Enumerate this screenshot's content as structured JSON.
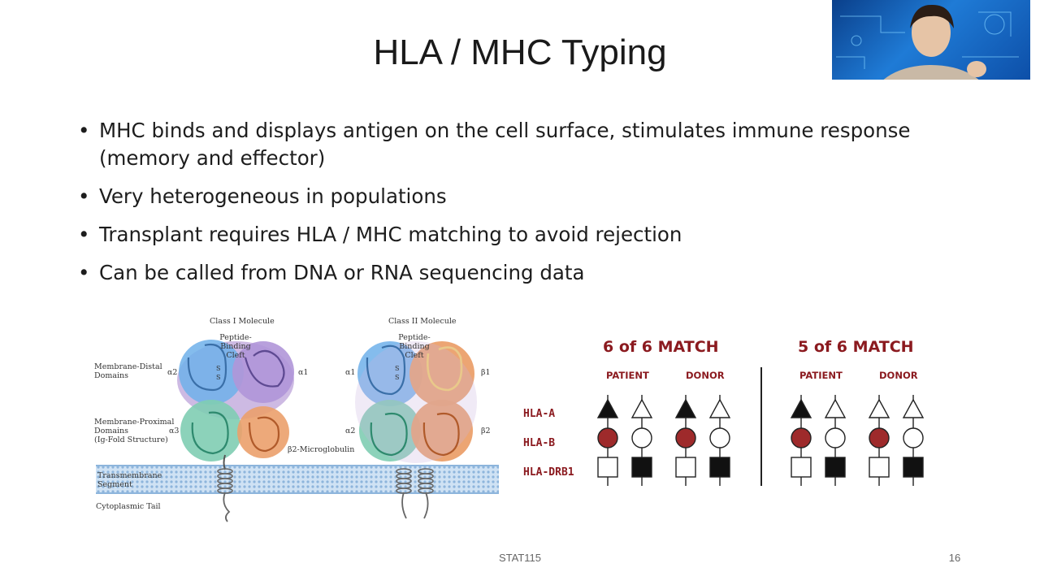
{
  "slide": {
    "title": "HLA / MHC Typing",
    "bullets": [
      "MHC binds and displays antigen on the cell surface, stimulates immune response (memory and effector)",
      "Very heterogeneous in populations",
      "Transplant requires HLA / MHC matching to avoid rejection",
      "Can be called from DNA or RNA sequencing data"
    ],
    "bullet_glyph": "•",
    "footer": "STAT115",
    "page_number": "16"
  },
  "mhc_figure": {
    "class1_title": "Class I Molecule",
    "class2_title": "Class II Molecule",
    "peptide_cleft_1": "Peptide-Binding\nCleft",
    "peptide_cleft_2": "Peptide-Binding\nCleft",
    "membrane_distal": "Membrane-Distal\nDomains",
    "membrane_proximal": "Membrane-Proximal\nDomains\n(Ig-Fold Structure)",
    "transmembrane": "Transmembrane\nSegment",
    "cytoplasmic": "Cytoplasmic Tail",
    "b2m": "β2-Microglobulin",
    "alpha2_a": "α2",
    "alpha1_a": "α1",
    "alpha3": "α3",
    "alpha1_b": "α1",
    "alpha2_b": "α2",
    "beta1": "β1",
    "beta2": "β2",
    "ss": "S\nS",
    "colors": {
      "blue": "#5aa0e0",
      "purple": "#b79ad8",
      "green": "#6fc4a8",
      "orange": "#e8945a",
      "membrane": "#bcd6ee"
    }
  },
  "match_figure": {
    "left_title": "6 of 6 MATCH",
    "right_title": "5 of 6 MATCH",
    "patient_label": "PATIENT",
    "donor_label": "DONOR",
    "rows": [
      "HLA-A",
      "HLA-B",
      "HLA-DRB1"
    ],
    "colors": {
      "label": "#8b1a1f",
      "filled_circle": "#9e2a2b"
    }
  }
}
